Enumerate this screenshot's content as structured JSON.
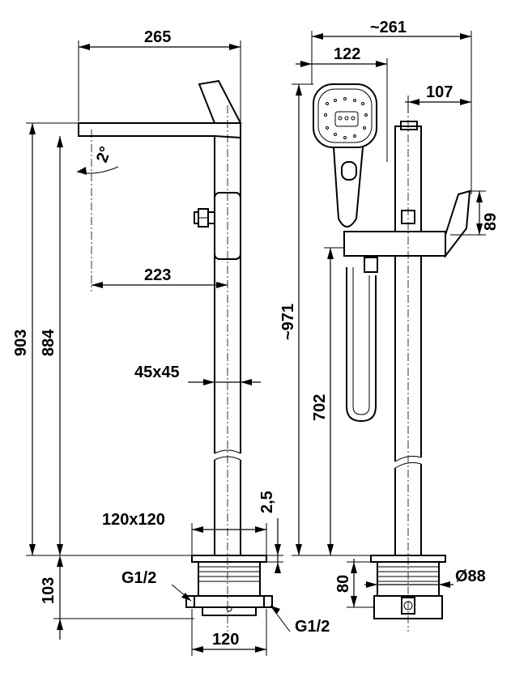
{
  "dimensions": {
    "width_265": "265",
    "width_261": "~261",
    "width_122": "122",
    "width_107": "107",
    "angle_2": "2°",
    "height_89": "89",
    "reach_223": "223",
    "height_971": "~971",
    "height_903": "903",
    "height_884": "884",
    "section_45x45": "45x45",
    "height_702": "702",
    "gap_2_5": "2,5",
    "plate_120x120": "120x120",
    "height_103": "103",
    "thread_g12_left": "G1/2",
    "thread_g12_right": "G1/2",
    "height_80": "80",
    "diameter_88": "Ø88",
    "width_120": "120"
  }
}
